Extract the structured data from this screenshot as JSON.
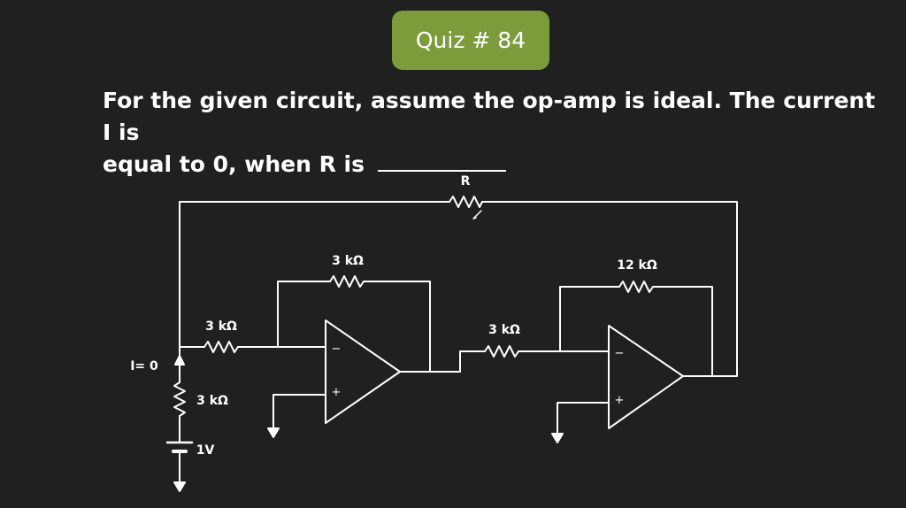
{
  "quiz": {
    "label": "Quiz # 84"
  },
  "question": {
    "line1": "For the given circuit, assume the op-amp is ideal. The current I is",
    "line2": "equal to 0, when R is"
  },
  "circuit": {
    "feedback_resistor_label": "R",
    "opamp1_feedback_label": "3 kΩ",
    "opamp1_input_label": "3 kΩ",
    "series_resistor_label": "3 kΩ",
    "interstage_resistor_label": "3 kΩ",
    "opamp2_feedback_label": "12 kΩ",
    "current_label": "I= 0",
    "battery_label": "1V",
    "opamp1_minus": "−",
    "opamp1_plus": "+",
    "opamp2_minus": "−",
    "opamp2_plus": "+"
  },
  "colors": {
    "background": "#202020",
    "badge": "#7c9c3c",
    "wire": "#ffffff"
  }
}
